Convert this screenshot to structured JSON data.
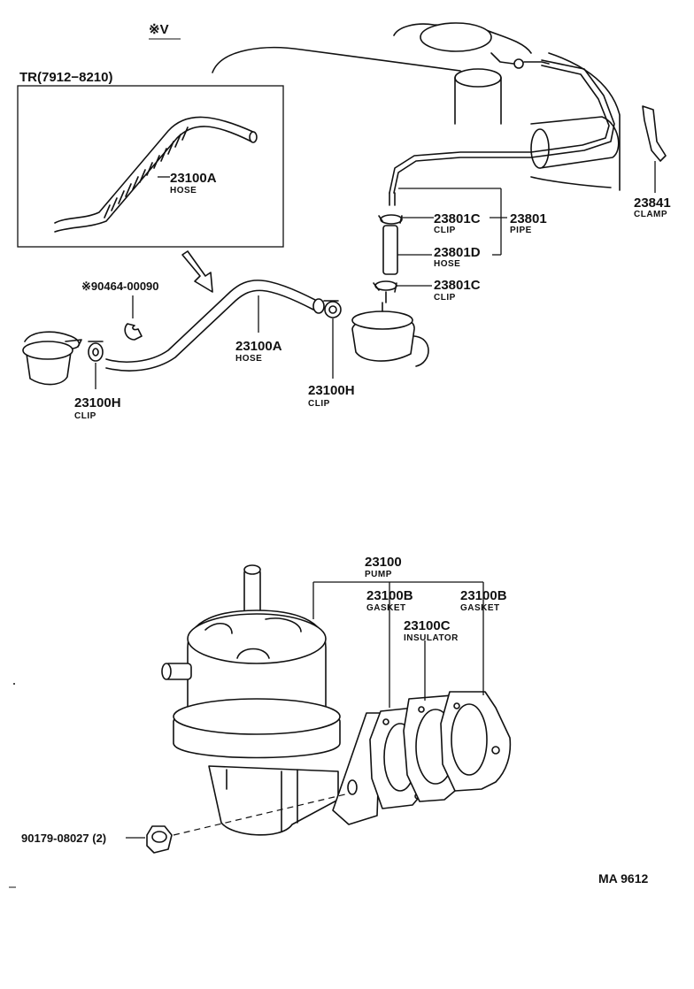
{
  "header": {
    "variant_mark": "※V"
  },
  "inset": {
    "title": "TR(7912−8210)",
    "part": "23100A",
    "name": "HOSE"
  },
  "labels": {
    "p90464": "※90464-00090",
    "h23100A_num": "23100A",
    "h23100A_name": "HOSE",
    "clipL_num": "23100H",
    "clipL_name": "CLIP",
    "clipR_num": "23100H",
    "clipR_name": "CLIP",
    "c23801C_top_num": "23801C",
    "c23801C_top_name": "CLIP",
    "p23801_num": "23801",
    "p23801_name": "PIPE",
    "h23801D_num": "23801D",
    "h23801D_name": "HOSE",
    "c23801C_bot_num": "23801C",
    "c23801C_bot_name": "CLIP",
    "clamp_num": "23841",
    "clamp_name": "CLAMP",
    "pump_num": "23100",
    "pump_name": "PUMP",
    "gasket1_num": "23100B",
    "gasket1_name": "GASKET",
    "gasket2_num": "23100B",
    "gasket2_name": "GASKET",
    "insulator_num": "23100C",
    "insulator_name": "INSULATOR",
    "nut": "90179-08027 (2)"
  },
  "footer": {
    "code": "MA  9612"
  }
}
